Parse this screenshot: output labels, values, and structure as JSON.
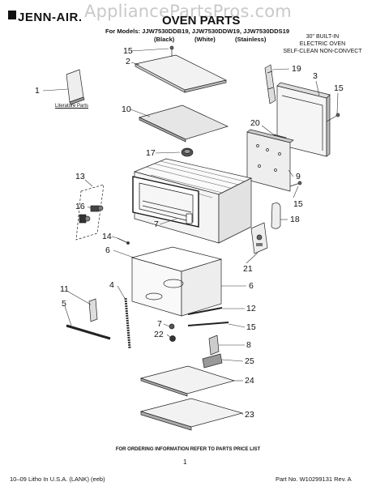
{
  "watermark": "AppliancePartsPros.com",
  "brand": "JENN-AIR.",
  "title": "OVEN PARTS",
  "models": "For Models: JJW7530DDB19, JJW7530DDW19, JJW7530DDS19",
  "colors": [
    "(Black)",
    "(White)",
    "(Stainless)"
  ],
  "description": [
    "30\" BUILT-IN",
    "ELECTRIC OVEN",
    "SELF-CLEAN NON-CONVECT"
  ],
  "literature_label": "Literature Parts",
  "callouts": [
    "15",
    "2",
    "1",
    "19",
    "3",
    "15",
    "10",
    "20",
    "17",
    "13",
    "9",
    "16",
    "7",
    "15",
    "18",
    "14",
    "6",
    "21",
    "6",
    "11",
    "4",
    "5",
    "12",
    "7",
    "15",
    "22",
    "8",
    "25",
    "24",
    "23"
  ],
  "footer_order": "FOR ORDERING INFORMATION REFER TO PARTS PRICE LIST",
  "page_number": "1",
  "footer_left": "10–09 Litho In U.S.A. (LANK) (eeb)",
  "footer_right": "Part No. W10299131 Rev. A"
}
